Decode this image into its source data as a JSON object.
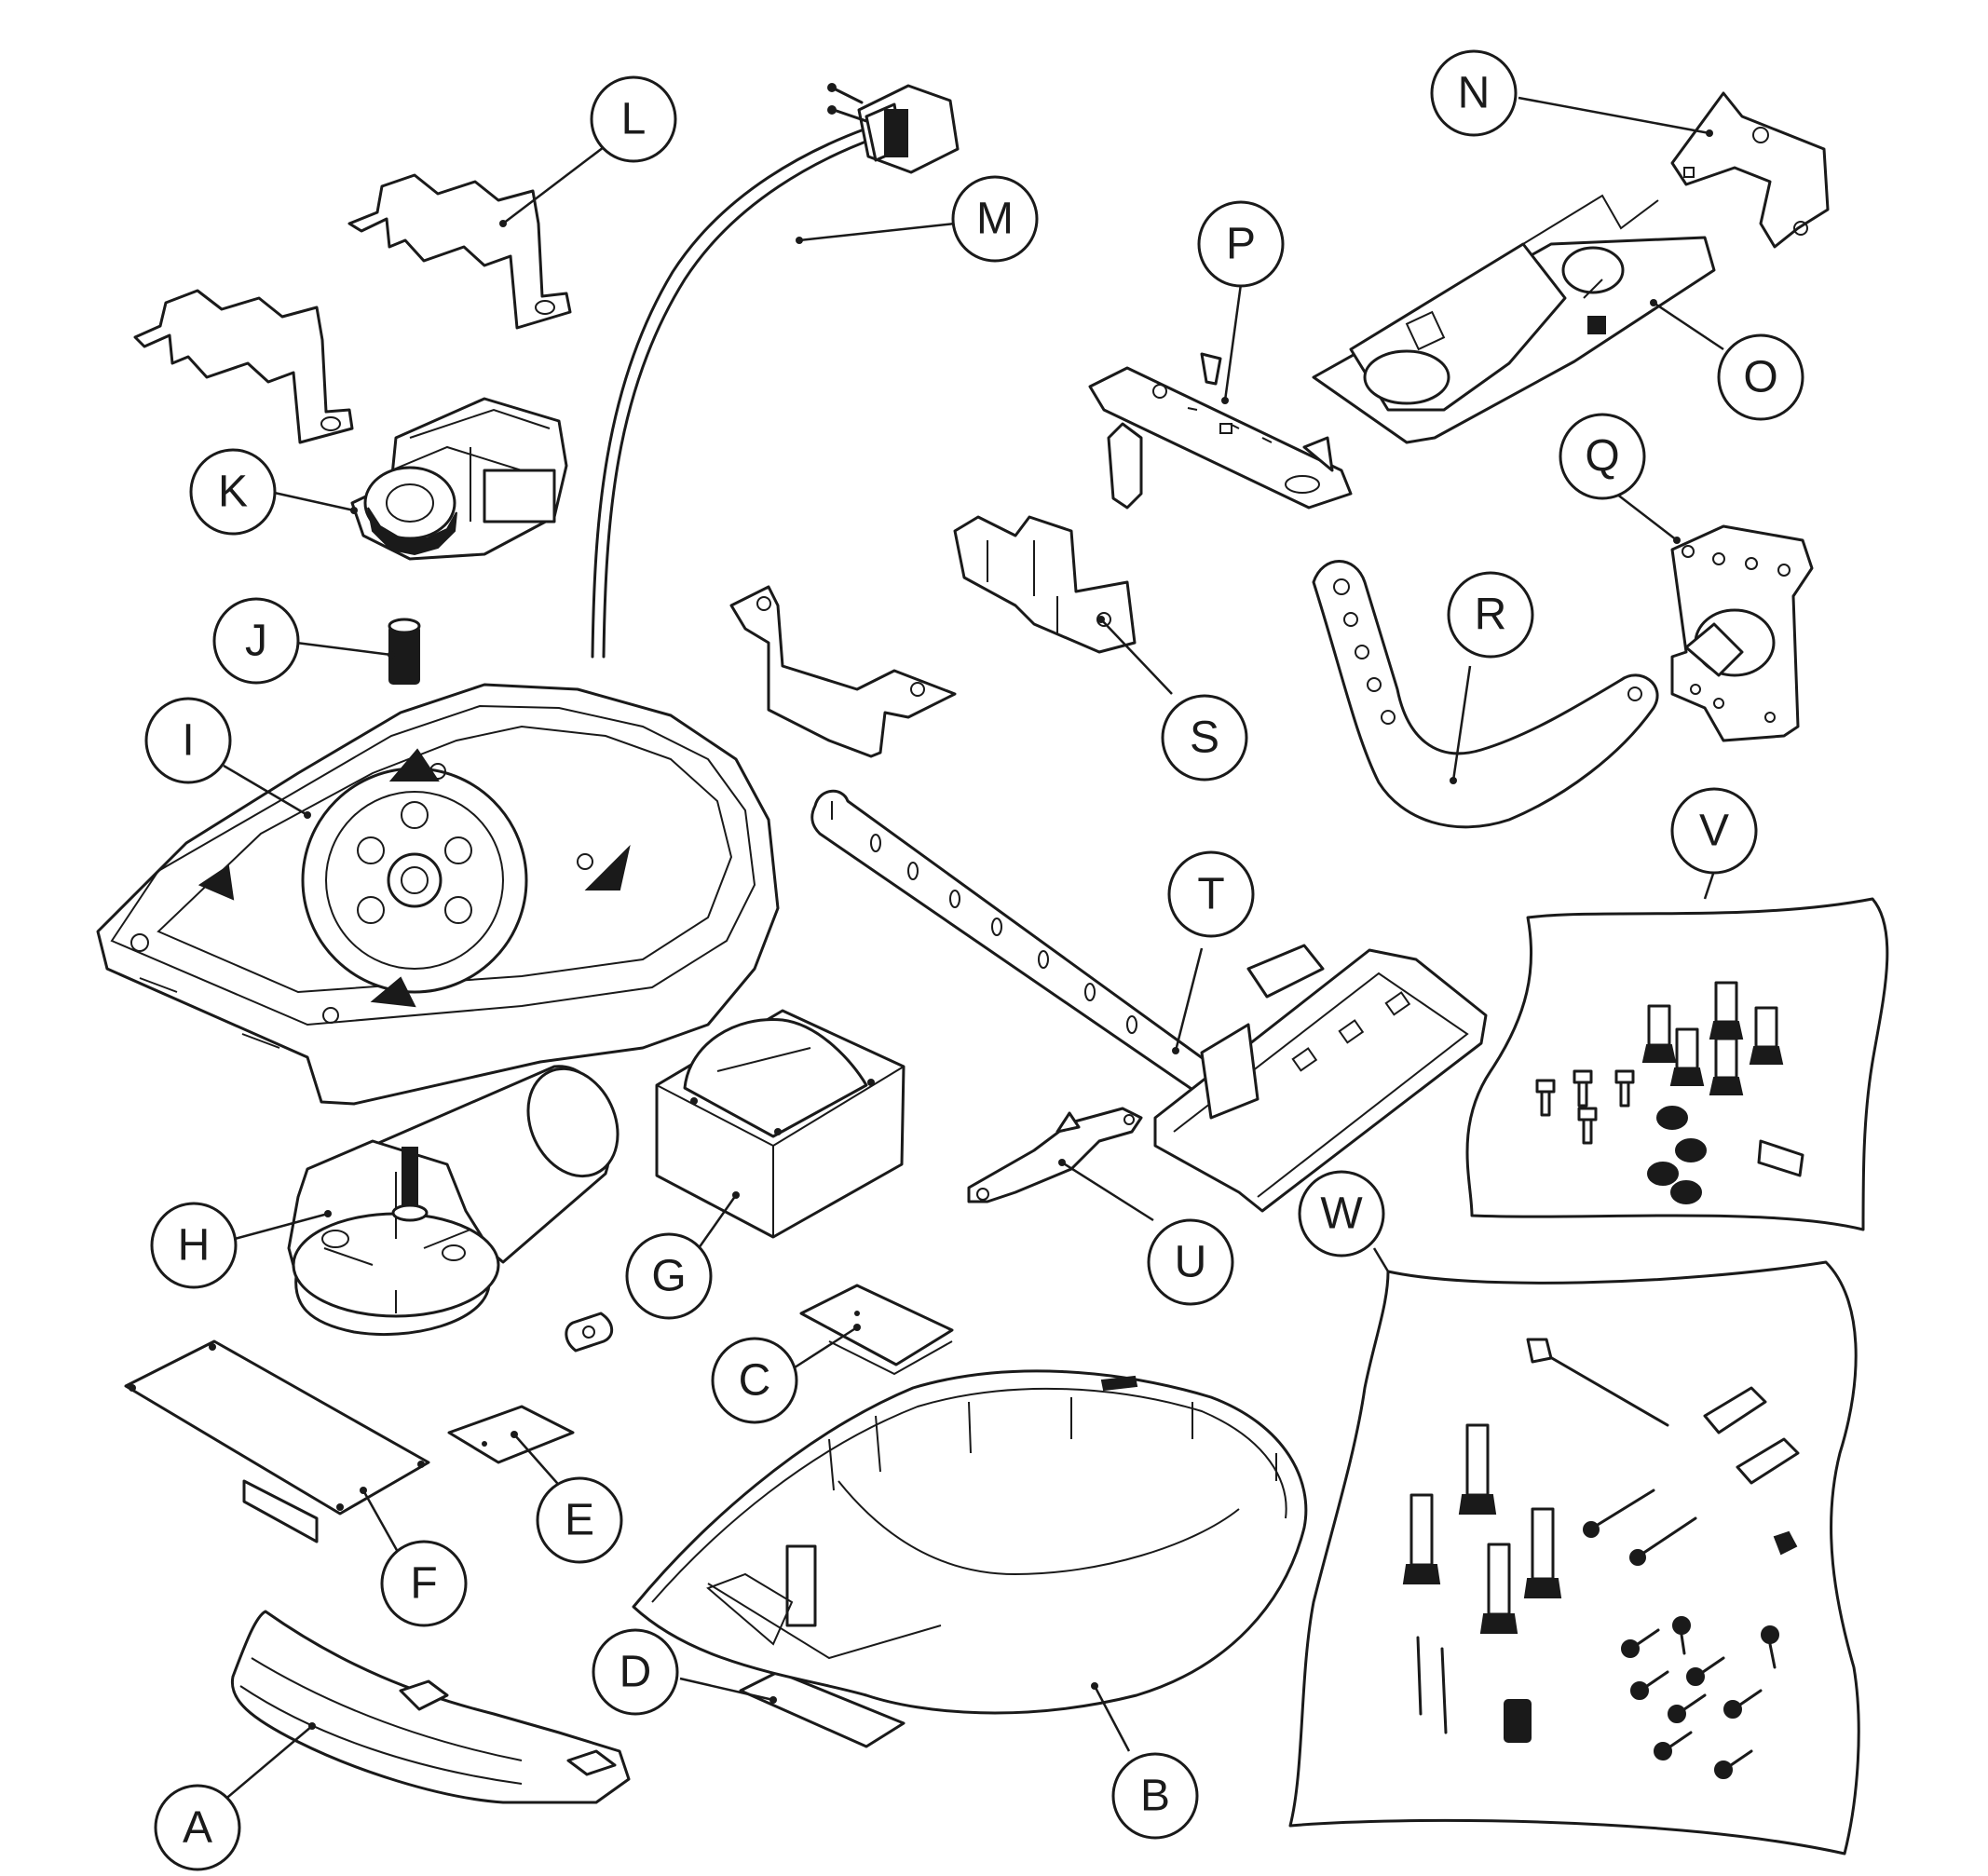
{
  "diagram": {
    "callouts": {
      "A": "A",
      "B": "B",
      "C": "C",
      "D": "D",
      "E": "E",
      "F": "F",
      "G": "G",
      "H": "H",
      "I": "I",
      "J": "J",
      "K": "K",
      "L": "L",
      "M": "M",
      "N": "N",
      "O": "O",
      "P": "P",
      "Q": "Q",
      "R": "R",
      "S": "S",
      "T": "T",
      "U": "U",
      "V": "V",
      "W": "W"
    },
    "colors": {
      "line": "#1a1a1a",
      "background": "#ffffff"
    }
  }
}
